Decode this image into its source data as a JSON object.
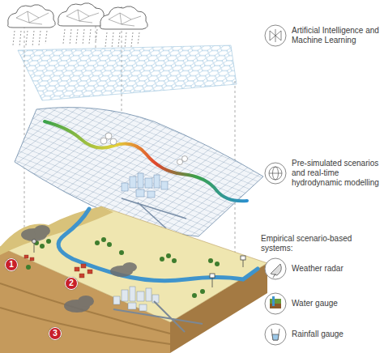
{
  "diagram": {
    "nodes": [
      {
        "text": [
          "1"
        ]
      },
      {
        "text": [
          "2"
        ]
      },
      {
        "text": [
          "3"
        ]
      }
    ],
    "labels": [
      "Empirical scenario-based systems:"
    ],
    "legend": [
      {
        "text": "Artificial Intelligence and Machine Learning"
      },
      {
        "text": "Pre-simulated scenarios and real-time hydrodynamic modelling"
      },
      {
        "text": "Weather radar"
      },
      {
        "text": "Water gauge"
      },
      {
        "text": "Rainfall gauge"
      }
    ]
  }
}
